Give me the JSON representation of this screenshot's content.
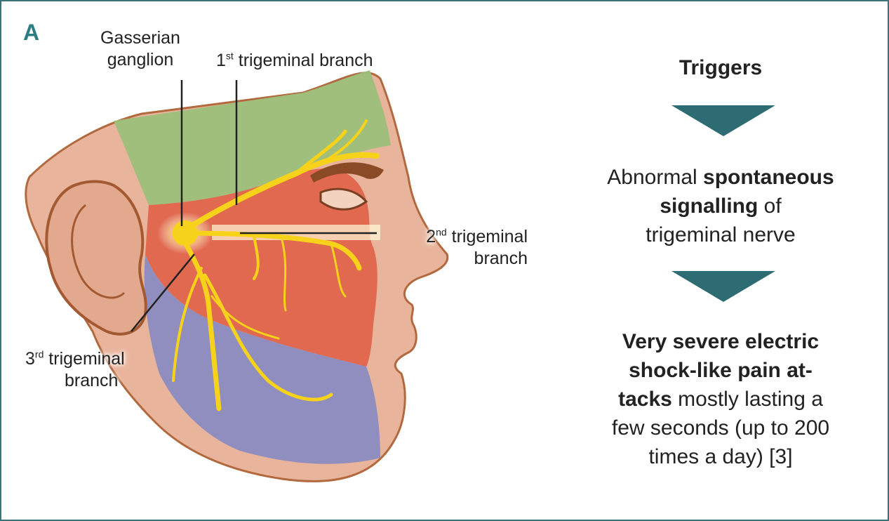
{
  "panel": {
    "letter": "A"
  },
  "labels": {
    "gasserian_line1": "Gasserian",
    "gasserian_line2": "ganglion",
    "first_branch_num": "1",
    "first_branch_sup": "st",
    "first_branch_text": " trigeminal branch",
    "second_branch_num": "2",
    "second_branch_sup": "nd",
    "second_branch_text": " trigeminal",
    "second_branch_line2": "branch",
    "third_branch_num": "3",
    "third_branch_sup": "rd",
    "third_branch_text": " trigeminal",
    "third_branch_line2": "branch"
  },
  "flow": {
    "triggers": "Triggers",
    "abnormal_pre": "Abnormal ",
    "abnormal_bold1": "spontaneous",
    "abnormal_bold2": "signalling",
    "abnormal_post": " of",
    "abnormal_line3": "trigeminal nerve",
    "pain_bold1": "Very severe electric",
    "pain_bold2": "shock-like pain at-",
    "pain_bold3": "tacks",
    "pain_post": " mostly lasting a",
    "pain_line5": "few seconds (up to 200",
    "pain_line6": "times a day) [3]"
  },
  "colors": {
    "frame": "#3a7479",
    "panel_letter": "#2e7d85",
    "arrow": "#2e6c74",
    "zone_1": "#9cc07a",
    "zone_2": "#e0654c",
    "zone_3": "#8b8cc0",
    "skin": "#e9b49c",
    "nerve": "#f7d21a"
  },
  "icons": {
    "arrow": "down-triangle-arrow"
  }
}
